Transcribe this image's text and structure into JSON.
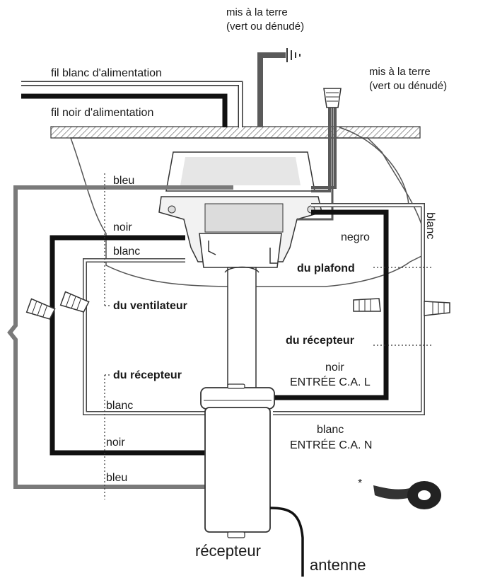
{
  "labels": {
    "ground_top_line1": "mis à la terre",
    "ground_top_line2": "(vert ou dénudé)",
    "ground_right_line1": "mis à la terre",
    "ground_right_line2": "(vert ou dénudé)",
    "supply_white": "fil blanc d'alimentation",
    "supply_black": "fil noir d'alimentation",
    "fan_blue": "bleu",
    "fan_black": "noir",
    "fan_white": "blanc",
    "from_fan": "du ventilateur",
    "ceiling_negro": "negro",
    "ceiling_blanc": "blanc",
    "from_ceiling": "du plafond",
    "from_receiver_right": "du récepteur",
    "ac_l_line1": "noir",
    "ac_l_line2": "ENTRÉE C.A. L",
    "from_receiver_left": "du récepteur",
    "rx_white": "blanc",
    "ac_n_line1": "blanc",
    "ac_n_line2": "ENTRÉE C.A. N",
    "rx_black": "noir",
    "rx_blue": "bleu",
    "tape_asterisk": "*",
    "receiver": "récepteur",
    "antenna": "antenne"
  },
  "colors": {
    "black_wire": "#111111",
    "white_wire": "#ffffff",
    "blue_wire": "#7a7a7a",
    "ground_wire": "#5a5a5a",
    "outline": "#333333"
  }
}
